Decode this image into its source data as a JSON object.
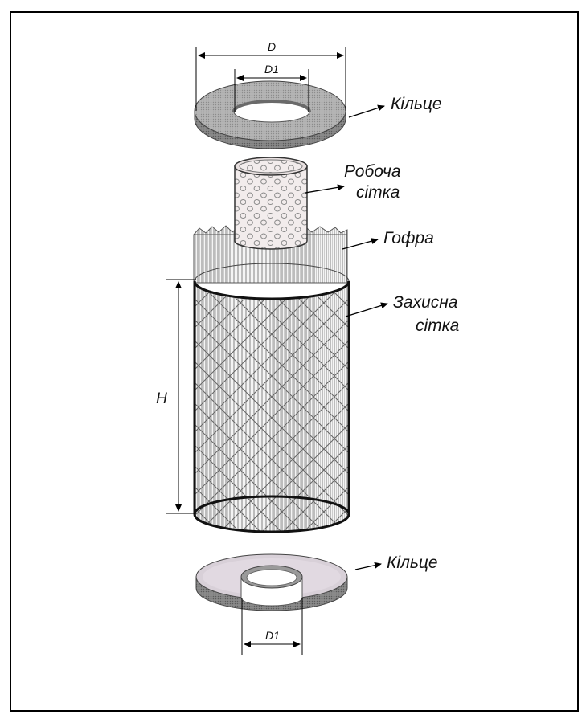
{
  "labels": {
    "top_ring": "Кільце",
    "working_mesh_line1": "Робоча",
    "working_mesh_line2": "сітка",
    "pleat": "Гофра",
    "protective_mesh_line1": "Захисна",
    "protective_mesh_line2": "сітка",
    "bottom_ring": "Кільце"
  },
  "dimensions": {
    "outer_diameter": "D",
    "inner_diameter_top": "D1",
    "height": "H",
    "inner_diameter_bottom": "D1"
  }
}
